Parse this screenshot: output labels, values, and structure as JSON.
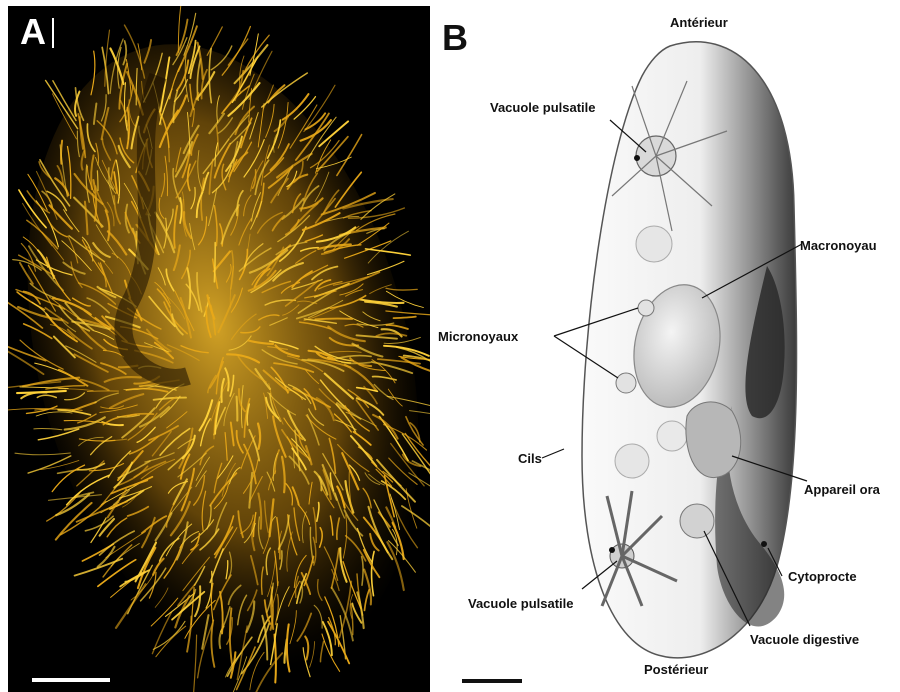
{
  "panels": {
    "a": {
      "letter": "A"
    },
    "b": {
      "letter": "B"
    }
  },
  "labels": {
    "anterieur": "Antérieur",
    "posterieur": "Postérieur",
    "vacuole_pulsatile_top": "Vacuole pulsatile",
    "macronoyau": "Macronoyau",
    "micronoyaux": "Micronoyaux",
    "cils": "Cils",
    "appareil_oral": "Appareil ora",
    "cytoprocte": "Cytoprocte",
    "vacuole_pulsatile_bottom": "Vacuole pulsatile",
    "vacuole_digestive": "Vacuole digestive"
  },
  "colors": {
    "cilia": "#e8a818",
    "cilia_bright": "#ffd23a",
    "panel_a_bg": "#000000",
    "ink": "#111111"
  }
}
